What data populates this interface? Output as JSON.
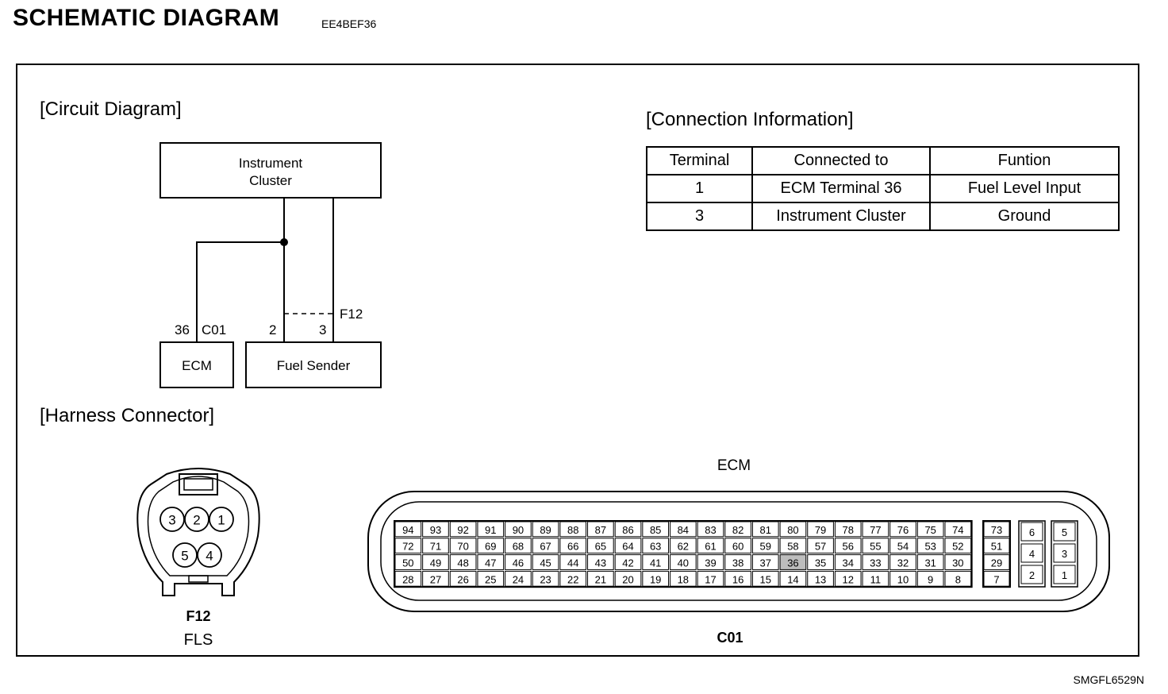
{
  "page": {
    "title": "SCHEMATIC DIAGRAM",
    "code": "EE4BEF36",
    "footer_code": "SMGFL6529N"
  },
  "circuit": {
    "section_title": "[Circuit Diagram]",
    "instrument_cluster_line1": "Instrument",
    "instrument_cluster_line2": "Cluster",
    "ecm_label": "ECM",
    "fuel_sender_label": "Fuel Sender",
    "ecm_pin": "36",
    "ecm_connector": "C01",
    "sender_pin_a": "2",
    "sender_pin_b": "3",
    "sender_connector": "F12"
  },
  "connection_info": {
    "section_title": "[Connection Information]",
    "headers": [
      "Terminal",
      "Connected to",
      "Funtion"
    ],
    "rows": [
      [
        "1",
        "ECM Terminal 36",
        "Fuel Level Input"
      ],
      [
        "3",
        "Instrument Cluster",
        "Ground"
      ]
    ]
  },
  "harness": {
    "section_title": "[Harness Connector]",
    "f12_pins_top": [
      "3",
      "2",
      "1"
    ],
    "f12_pins_bottom": [
      "5",
      "4"
    ],
    "f12_name": "F12",
    "f12_desc": "FLS",
    "ecm_title": "ECM",
    "ecm_connector": "C01",
    "ecm_rows": [
      [
        "94",
        "93",
        "92",
        "91",
        "90",
        "89",
        "88",
        "87",
        "86",
        "85",
        "84",
        "83",
        "82",
        "81",
        "80",
        "79",
        "78",
        "77",
        "76",
        "75",
        "74"
      ],
      [
        "72",
        "71",
        "70",
        "69",
        "68",
        "67",
        "66",
        "65",
        "64",
        "63",
        "62",
        "61",
        "60",
        "59",
        "58",
        "57",
        "56",
        "55",
        "54",
        "53",
        "52"
      ],
      [
        "50",
        "49",
        "48",
        "47",
        "46",
        "45",
        "44",
        "43",
        "42",
        "41",
        "40",
        "39",
        "38",
        "37",
        "36",
        "35",
        "34",
        "33",
        "32",
        "31",
        "30"
      ],
      [
        "28",
        "27",
        "26",
        "25",
        "24",
        "23",
        "22",
        "21",
        "20",
        "19",
        "18",
        "17",
        "16",
        "15",
        "14",
        "13",
        "12",
        "11",
        "10",
        "9",
        "8"
      ]
    ],
    "ecm_side_col": [
      "73",
      "51",
      "29",
      "7"
    ],
    "ecm_group_a": [
      "6",
      "4",
      "2"
    ],
    "ecm_group_b": [
      "5",
      "3",
      "1"
    ],
    "highlight_pin": "36"
  }
}
